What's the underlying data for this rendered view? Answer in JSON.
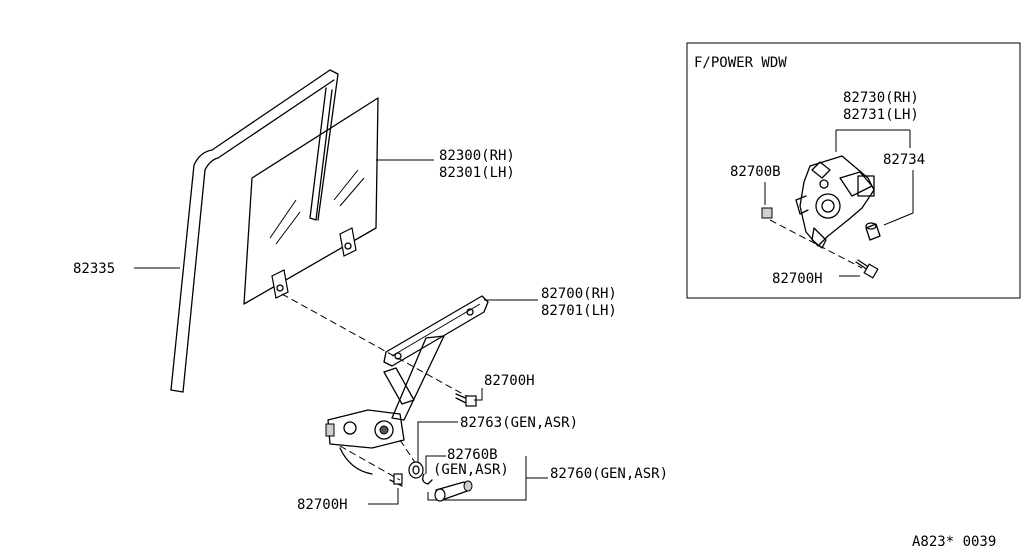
{
  "inset": {
    "title": "F/POWER WDW",
    "labels": {
      "motor_rh": "82730(RH)",
      "motor_lh": "82731(LH)",
      "part_82734": "82734",
      "part_82700b": "82700B",
      "part_82700h": "82700H"
    }
  },
  "labels": {
    "glass_rh": "82300(RH)",
    "glass_lh": "82301(LH)",
    "run_channel": "82335",
    "regulator_rh": "82700(RH)",
    "regulator_lh": "82701(LH)",
    "bolt_upper": "82700H",
    "part_82763": "82763(GEN,ASR)",
    "part_82760b": "82760B",
    "part_82760b_sub": "(GEN,ASR)",
    "part_82760": "82760(GEN,ASR)",
    "bolt_lower": "82700H"
  },
  "footer": {
    "code": "A823* 0039"
  }
}
